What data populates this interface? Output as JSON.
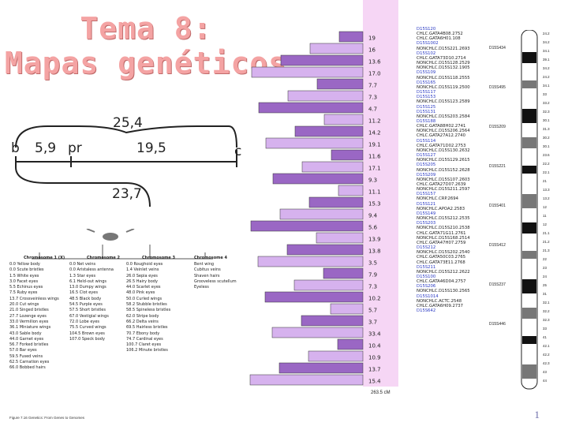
{
  "slide": {
    "title_line1": "Tema 8:",
    "title_line2": "Mapas  genéticos",
    "page_number": "1"
  },
  "map_labels": {
    "b": "b",
    "b_pr": "5,9",
    "pr": "pr",
    "pr_c": "19,5",
    "b_c": "25,4",
    "c": "c",
    "b_vg": "23,7"
  },
  "chromosome_figure": {
    "columns": [
      {
        "header": "Chromosome 1 (X)",
        "entries": [
          "0.0  Yellow body",
          "0.0  Scute bristles",
          "1.5  White eyes",
          "3.0  Facet eyes",
          "5.5  Echinus eyes",
          "7.5  Ruby eyes",
          "13.7  Crossveinless wings",
          "20.0  Cut wings",
          "21.0  Singed bristles",
          "27.7  Lozenge eyes",
          "33.0  Vermilion eyes",
          "36.1  Miniature wings",
          "43.0  Sable body",
          "44.0  Garnet eyes",
          "56.7  Forked bristles",
          "57.0  Bar eyes",
          "59.5  Fused veins",
          "62.5  Carnation eyes",
          "66.0  Bobbed hairs"
        ]
      },
      {
        "header": "Chromosome 2",
        "entries": [
          "0.0  Net veins",
          "0.0  Aristaless antenna",
          "1.3  Star eyes",
          "6.1  Held-out wings",
          "13.0  Dumpy wings",
          "16.5  Clot eyes",
          "48.5  Black body",
          "54.5  Purple eyes",
          "57.5  Short bristles",
          "67.0  Vestigial wings",
          "72.0  Lobe eyes",
          "75.5  Curved wings",
          "104.5  Brown eyes",
          "107.0  Speck body"
        ]
      },
      {
        "header": "Chromosome 3",
        "entries": [
          "0.0  Roughoid eyes",
          "1.4  Veinlet veins",
          "26.0  Sepia eyes",
          "26.5  Hairy body",
          "44.0  Scarlet eyes",
          "48.0  Pink eyes",
          "50.0  Curled wings",
          "58.2  Stubble bristles",
          "58.5  Spineless bristles",
          "62.0  Stripe body",
          "66.2  Delta veins",
          "69.5  Hairless bristles",
          "70.7  Ebony body",
          "74.7  Cardinal eyes",
          "100.7  Claret eyes",
          "106.2  Minute bristles"
        ]
      },
      {
        "header": "Chromosome 4",
        "entries": [
          "Bent wing",
          "Cubitus veins",
          "Shaven hairs",
          "Grooveless scutellum",
          "Eyeless"
        ]
      }
    ],
    "caption": "Figure 7.16  Genetics: From Genes to Genomes"
  },
  "cladogram": {
    "total_cm": "263.5 cM",
    "values": [
      "19",
      "16",
      "13.6",
      "17.0",
      "7.7",
      "7.3",
      "4.7",
      "11.2",
      "14.2",
      "19.1",
      "11.6",
      "17.1",
      "9.3",
      "11.1",
      "15.3",
      "9.4",
      "5.6",
      "13.9",
      "13.8",
      "3.5",
      "7.9",
      "7.3",
      "10.2",
      "5.7",
      "3.7",
      "33.4",
      "10.4",
      "10.9",
      "13.7",
      "15.4"
    ]
  },
  "markers": {
    "items": [
      "D15S120",
      "CHLC.GATA4B08.2752",
      "CHLC.GATA6H01.108",
      "D15S1002",
      "NONCHLC.D15S221.2693",
      "D15S102",
      "CHLC.GATA73D10.2714",
      "NONCHLC.D15S128.2529",
      "NONCHLC.D15S132.1905",
      "D15S109",
      "NONCHLC.D15S118.2555",
      "D15S165",
      "NONCHLC.D15S119.2500",
      "D15S117",
      "D15S153",
      "NONCHLC.D15S123.2589",
      "D15S125",
      "D15S131",
      "NONCHLC.D15S203.2584",
      "D15S188",
      "CHLC.GATA88H02.2741",
      "NONCHLC.D15S206.2564",
      "CHLC.GATA27A12.2740",
      "D15S114",
      "CHLC.GATA71D02.2753",
      "NONCHLC.D15S130.2632",
      "D15S127",
      "NONCHLC.D15S129.2615",
      "D15S205",
      "NONCHLC.D15S152.2628",
      "D15S209",
      "NONCHLC.D15S107.2603",
      "CHLC.GATA27D07.2639",
      "NONCHLC.D15S211.2597",
      "D15S157",
      "NONCHLC.CRP.2694",
      "D15S121",
      "NONCHLC.APOA2.2583",
      "D15S149",
      "NONCHLC.D15S212.2535",
      "D15S203",
      "NONCHLC.D15S210.2538",
      "CHLC.GATA71G11.2761",
      "NONCHLC.D15S168.2514",
      "CHLC.GATA47H07.2759",
      "D15S212",
      "NONCHLC.D15S202.2540",
      "CHLC.GATA50C03.2765",
      "CHLC.GATA73E11.2768",
      "D15S211",
      "NONCHLC.D15S212.2622",
      "D15S100",
      "CHLC.GATA46D04.2757",
      "D15S206",
      "NONCHLC.D15S130.2565",
      "D15S1014",
      "NONCHLC.ACTC.2548",
      "CHLC.GATA6H09.2737",
      "D15S642"
    ],
    "key_items": [
      "D15S434",
      "D15S495",
      "D15S209",
      "D15S221",
      "D15S401",
      "D15S412",
      "D15S237",
      "D15S446"
    ],
    "cm_positions": [
      "24.2",
      "34.2",
      "34.1",
      "39.1",
      "34.2",
      "24.2",
      "34.1",
      "33",
      "33.2",
      "32.3",
      "30.1",
      "31.3",
      "30.2",
      "30.1",
      "23.6",
      "22.2",
      "22.1",
      "21",
      "13.3",
      "13.2",
      "12",
      "11",
      "12",
      "21.1",
      "21.2",
      "21.3",
      "22",
      "23",
      "24",
      "25",
      "31",
      "32.1",
      "32.2",
      "32.3",
      "33",
      "41",
      "42.1",
      "42.2",
      "42.3",
      "43",
      "44"
    ]
  },
  "colors": {
    "title": "#f4a3a3",
    "cladogram_dark": "#9a67c4",
    "cladogram_light": "#d6b2ee",
    "marker_blue": "#2a3ac4",
    "pink_band": "#f4b8f0"
  }
}
